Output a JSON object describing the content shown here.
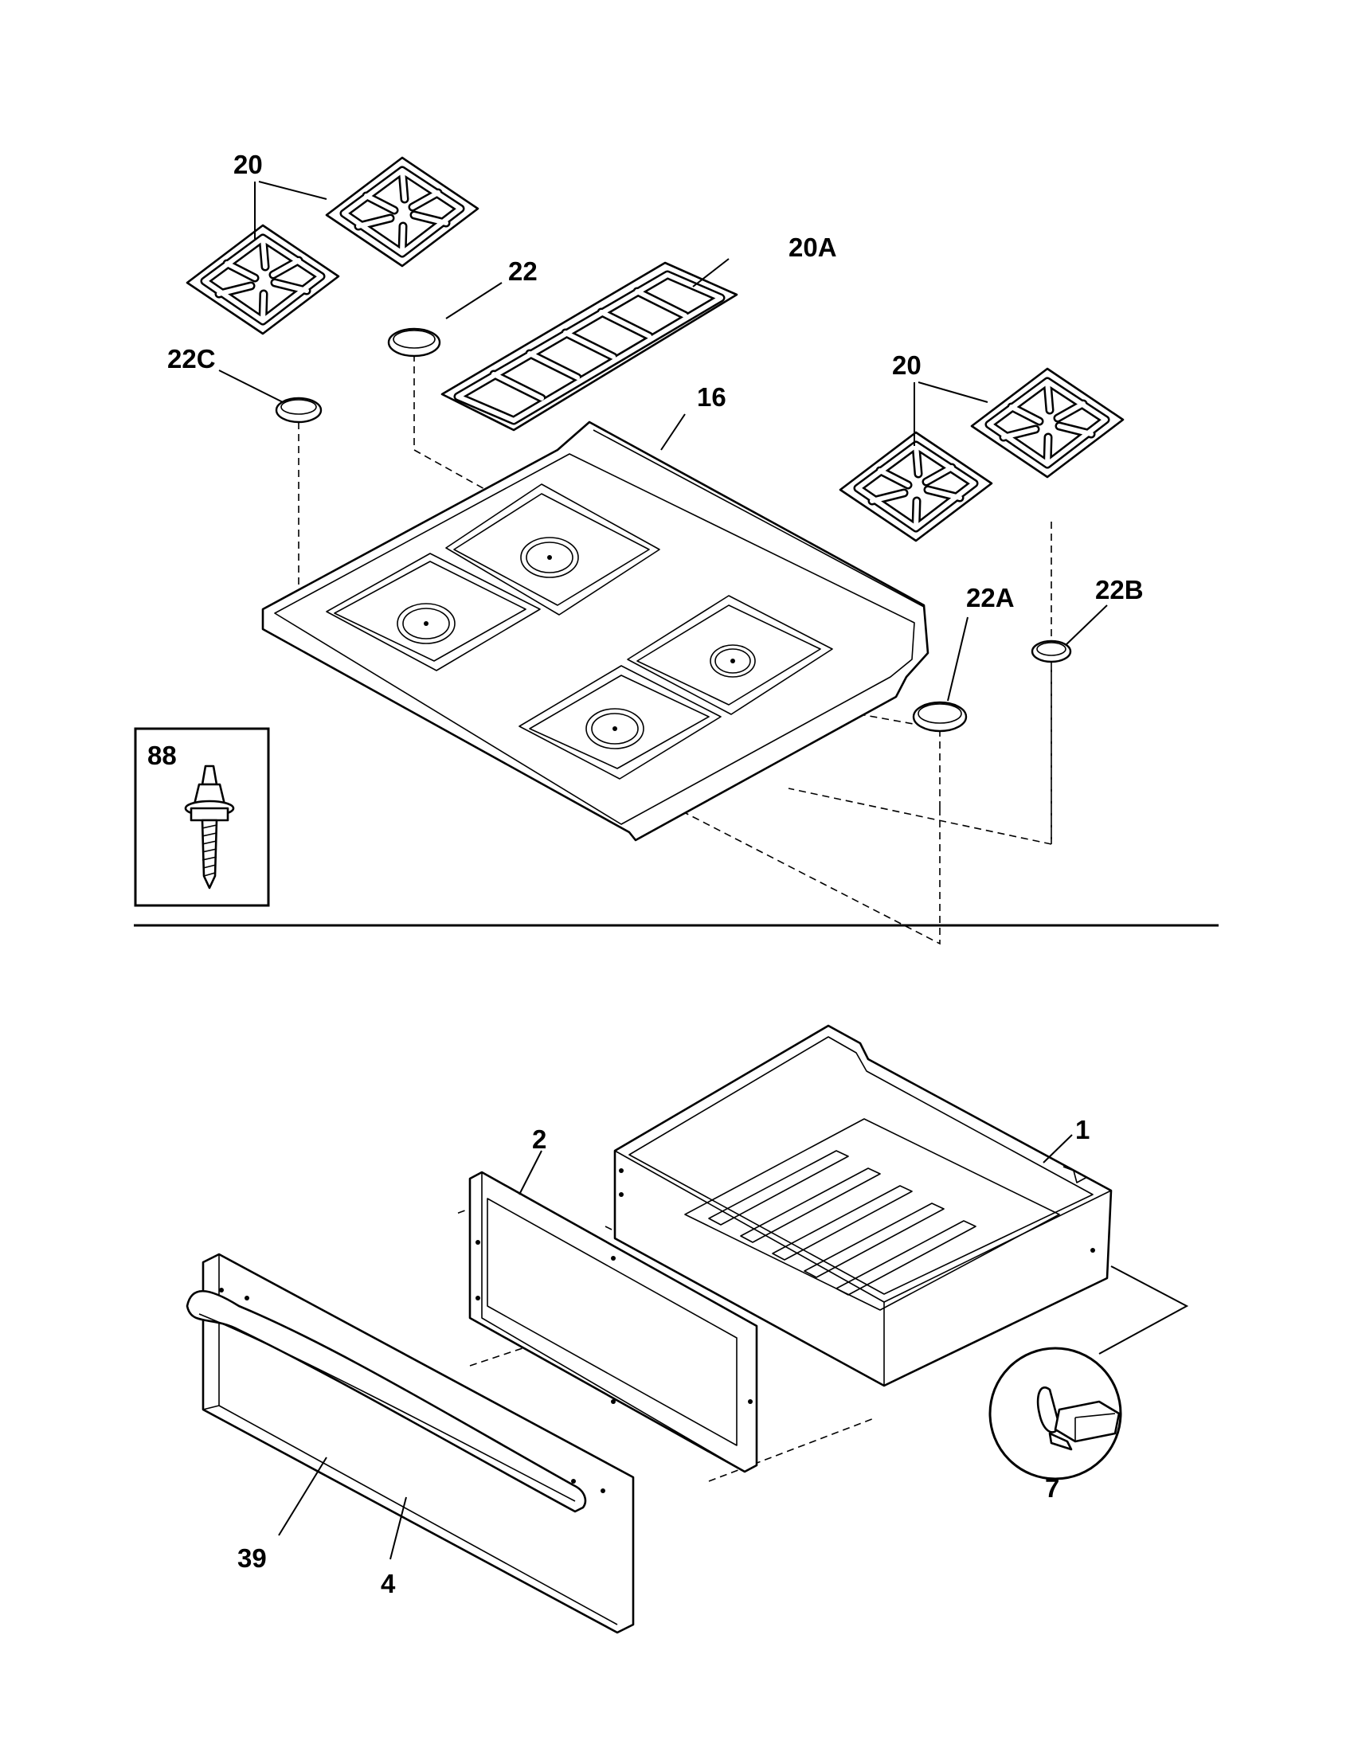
{
  "labels": {
    "grates_top_left": "20",
    "grate_center": "20A",
    "cap_22": "22",
    "cap_22c": "22C",
    "cooktop": "16",
    "grates_right": "20",
    "cap_22a": "22A",
    "cap_22b": "22B",
    "screw": "88",
    "drawer": "1",
    "drawer_back_panel": "2",
    "clip": "7",
    "handle": "39",
    "drawer_front": "4"
  }
}
